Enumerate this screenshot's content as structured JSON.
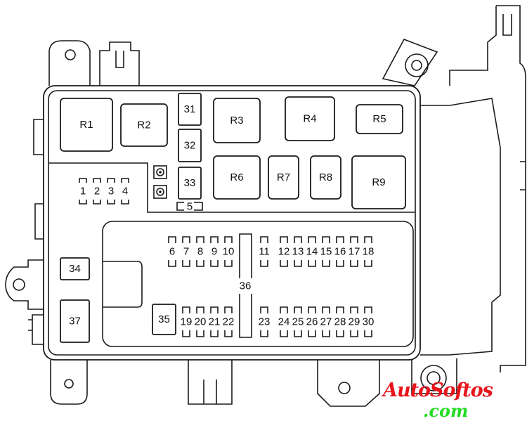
{
  "title": "Fuse box layout diagram",
  "relays": [
    {
      "label": "R1"
    },
    {
      "label": "R2"
    },
    {
      "label": "R3"
    },
    {
      "label": "R4"
    },
    {
      "label": "R5"
    },
    {
      "label": "R6"
    },
    {
      "label": "R7"
    },
    {
      "label": "R8"
    },
    {
      "label": "R9"
    }
  ],
  "large_fuses": [
    {
      "label": "31"
    },
    {
      "label": "32"
    },
    {
      "label": "33"
    },
    {
      "label": "34"
    },
    {
      "label": "35"
    },
    {
      "label": "37"
    }
  ],
  "small_fuses_left": [
    {
      "label": "1"
    },
    {
      "label": "2"
    },
    {
      "label": "3"
    },
    {
      "label": "4"
    }
  ],
  "fuse_5": {
    "label": "5"
  },
  "fuse_36": {
    "label": "36"
  },
  "fuses_top_row": [
    "6",
    "7",
    "8",
    "9",
    "10",
    "11",
    "12",
    "13",
    "14",
    "15",
    "16",
    "17",
    "18"
  ],
  "fuses_bottom_row": [
    "19",
    "20",
    "21",
    "22",
    "23",
    "24",
    "25",
    "26",
    "27",
    "28",
    "29",
    "30"
  ],
  "watermark": {
    "line1": "AutoSoftos",
    "line2": ".com",
    "color1": "#e8141c",
    "color2": "#22dd22"
  }
}
